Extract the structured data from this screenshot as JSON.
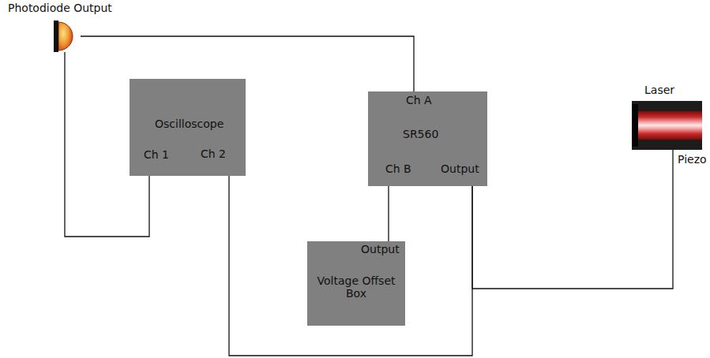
{
  "diagram": {
    "nodes": [
      {
        "text": [
          "Photodiode Output"
        ]
      },
      {
        "text": [
          "Oscilloscope",
          "Ch 1",
          "Ch 2"
        ]
      },
      {
        "text": [
          "Ch A",
          "SR560",
          "Ch B",
          "Output"
        ]
      },
      {
        "text": [
          "Laser",
          "Piezo"
        ]
      },
      {
        "text": [
          "Output",
          "Voltage Offset Box"
        ]
      }
    ],
    "edges": [
      {
        "from": 0,
        "to": 2,
        "arrow": "none"
      },
      {
        "from": 0,
        "to": 1,
        "arrow": "none"
      },
      {
        "from": 4,
        "to": 2,
        "arrow": "none"
      },
      {
        "from": 2,
        "to": 3,
        "arrow": "none"
      },
      {
        "from": 2,
        "to": 1,
        "arrow": "none"
      }
    ]
  }
}
